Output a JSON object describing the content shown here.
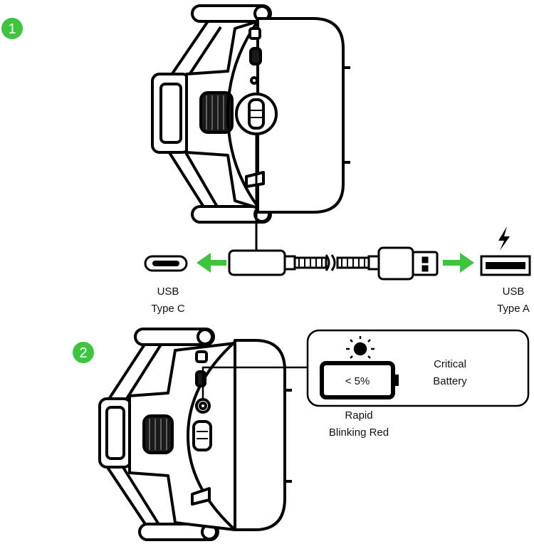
{
  "colors": {
    "accent_green": "#3ec43e",
    "line": "#000000",
    "fill_light": "#ffffff",
    "fill_dark": "#1a1a1a"
  },
  "steps": [
    {
      "number": "1"
    },
    {
      "number": "2"
    }
  ],
  "step1": {
    "left_connector": {
      "line1": "USB",
      "line2": "Type C"
    },
    "right_connector": {
      "line1": "USB",
      "line2": "Type A"
    },
    "icons": [
      "usb-c-port-icon",
      "usb-a-port-icon",
      "lightning-bolt-icon",
      "green-arrow-left-icon",
      "green-arrow-right-icon"
    ]
  },
  "step2": {
    "battery_level": "< 5%",
    "status": {
      "line1": "Critical",
      "line2": "Battery"
    },
    "indicator": {
      "line1": "Rapid",
      "line2": "Blinking Red"
    },
    "icons": [
      "sun-light-icon",
      "battery-icon"
    ]
  }
}
